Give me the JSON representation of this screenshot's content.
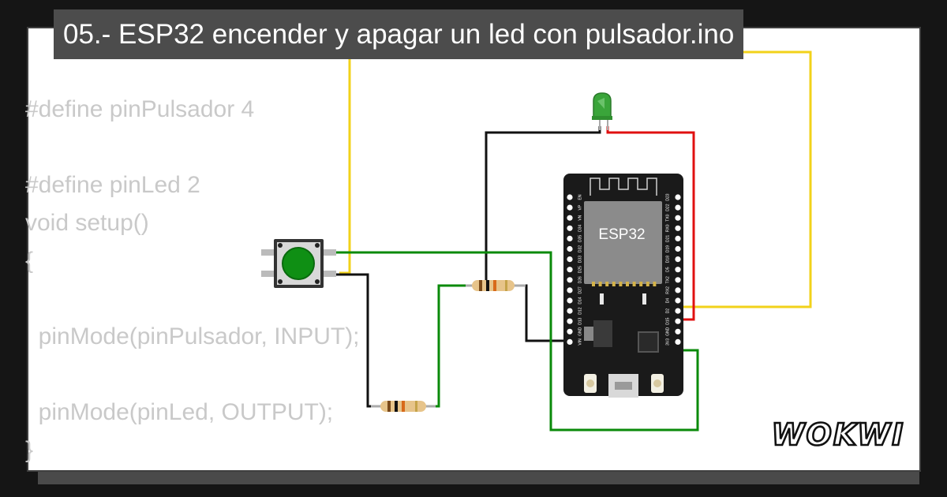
{
  "title": "05.- ESP32 encender y apagar un led con pulsador.ino",
  "code_lines": [
    "#define pinPulsador 4",
    "",
    "#define pinLed 2",
    "void setup()",
    "{",
    "",
    "  pinMode(pinPulsador, INPUT);",
    "",
    "  pinMode(pinLed, OUTPUT);",
    "}"
  ],
  "board": {
    "chip_label": "ESP32",
    "left_pins": [
      "EN",
      "VP",
      "VN",
      "D34",
      "D35",
      "D32",
      "D33",
      "D25",
      "D26",
      "D27",
      "D14",
      "D12",
      "D13",
      "GND",
      "VIN"
    ],
    "right_pins": [
      "D23",
      "D22",
      "TX0",
      "RX0",
      "D21",
      "D19",
      "D18",
      "D5",
      "TX2",
      "RX2",
      "D4",
      "D2",
      "D15",
      "GND",
      "3V3"
    ]
  },
  "brand": "WOKWI",
  "colors": {
    "wire_yellow": "#f2d21a",
    "wire_red": "#e01010",
    "wire_black": "#111111",
    "wire_green": "#0a8a0a",
    "led": "#3aa53a",
    "button_cap": "#0f8f14",
    "board": "#1a1a1a"
  }
}
